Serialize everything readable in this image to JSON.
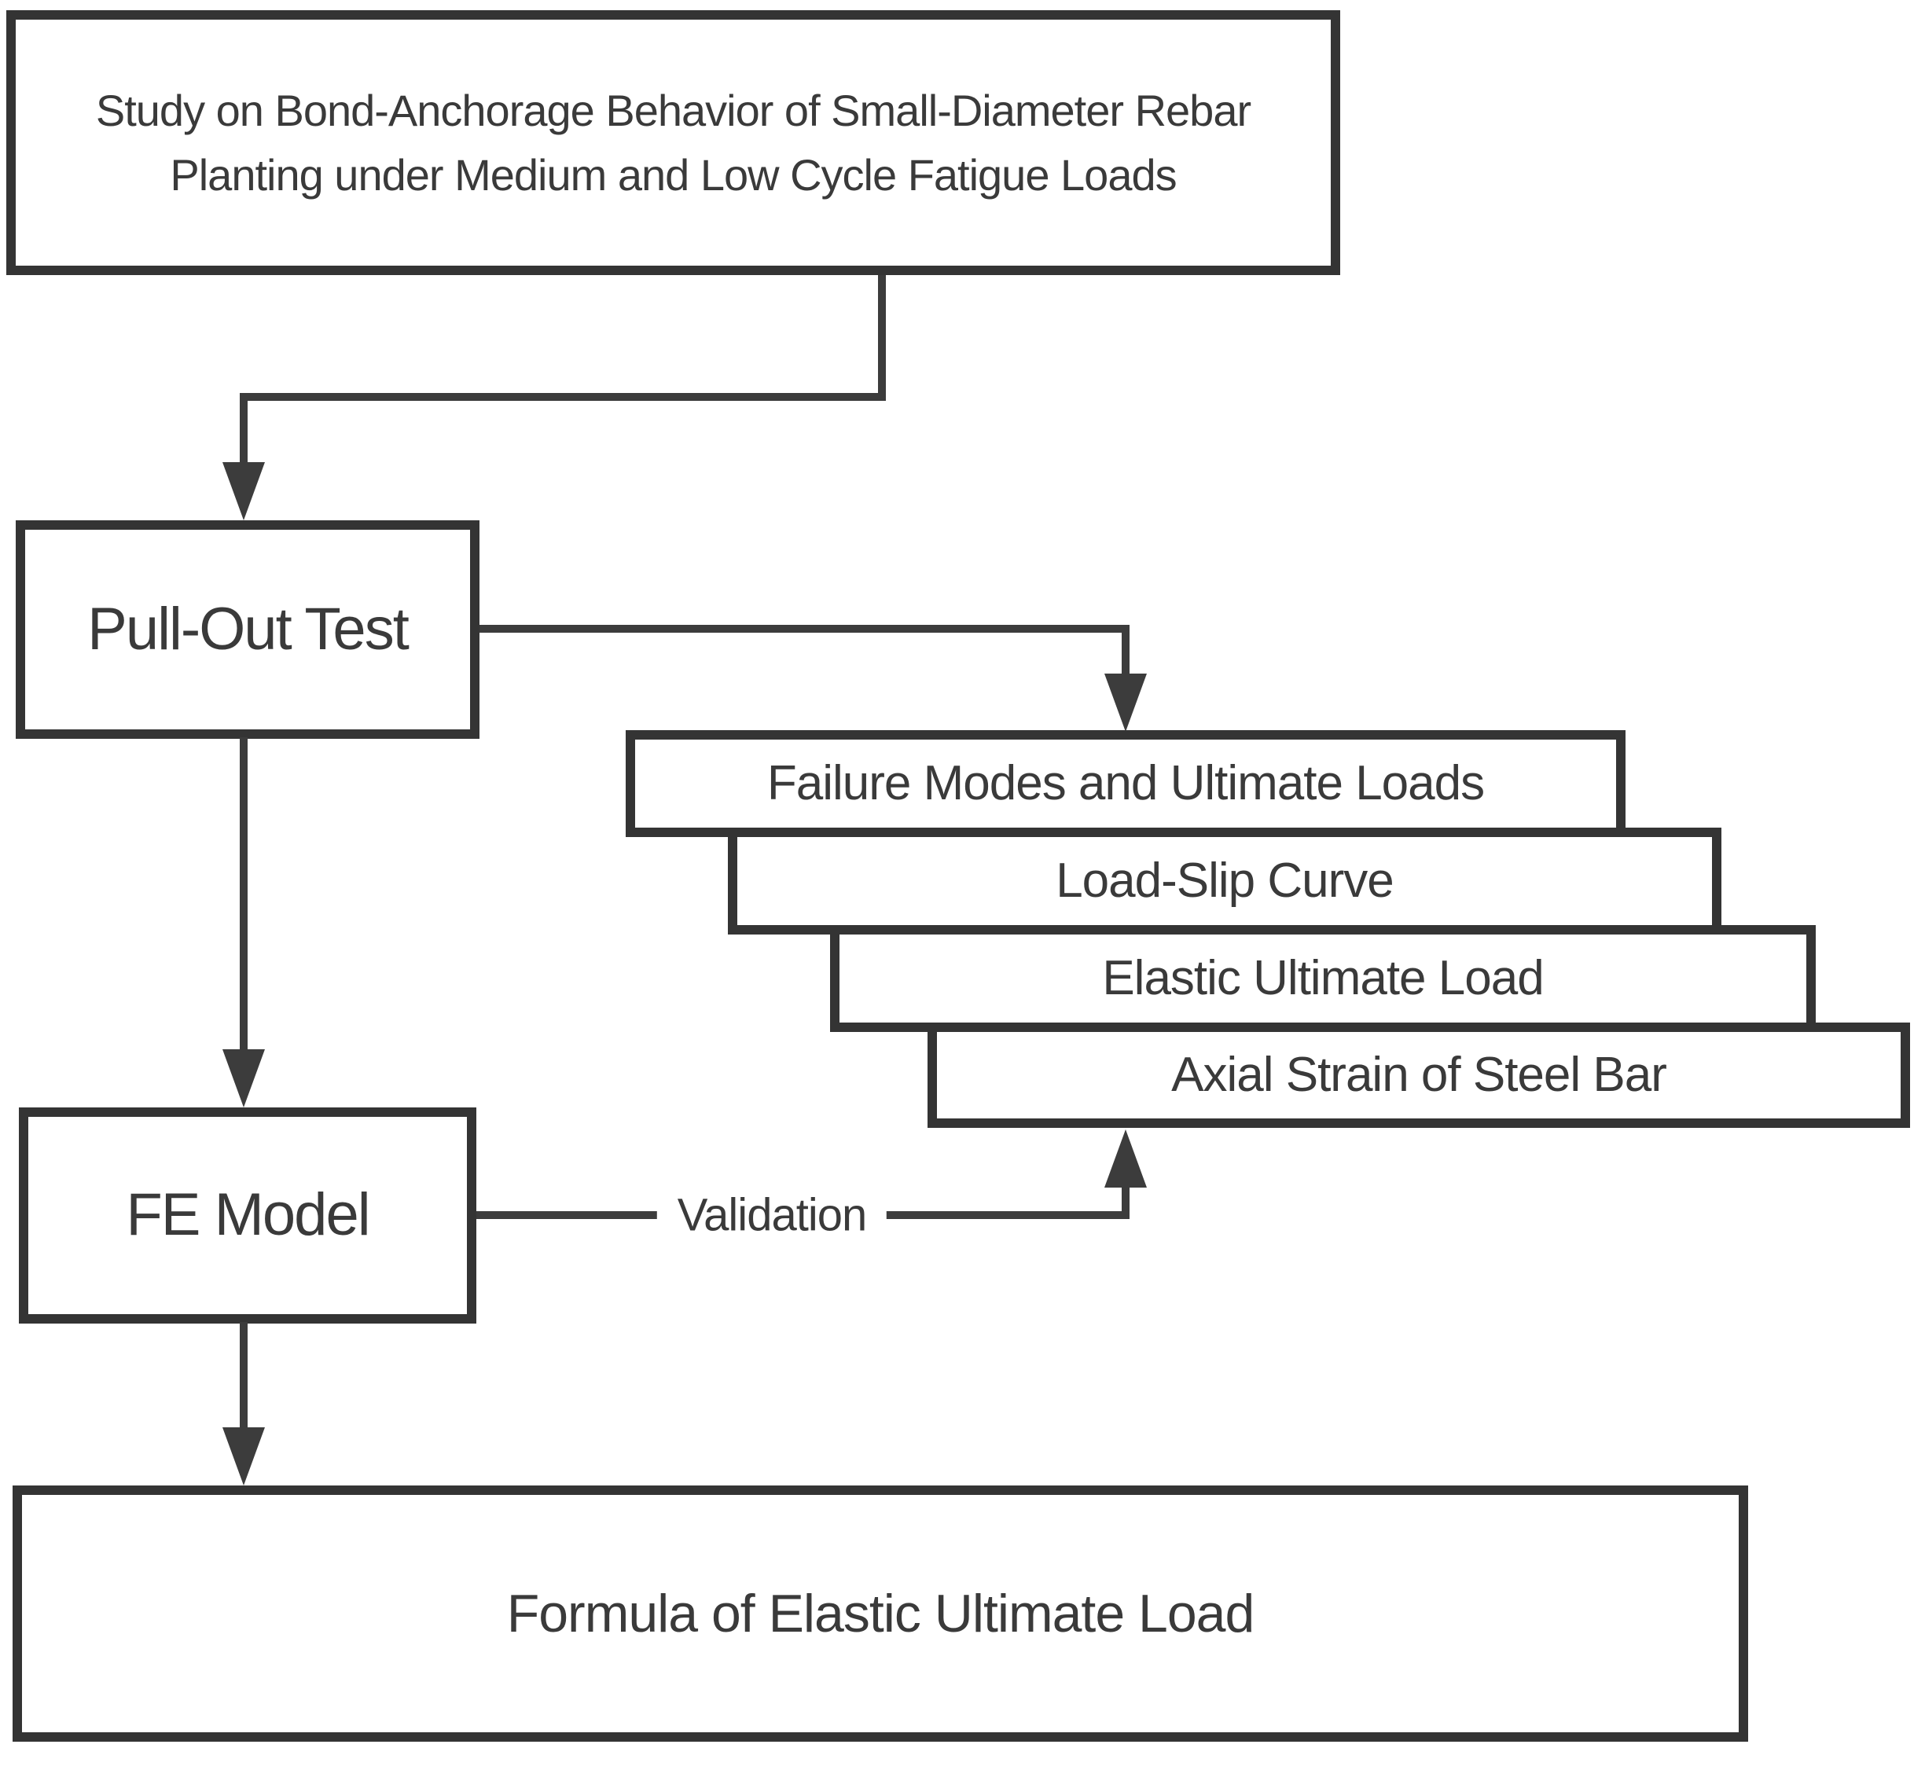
{
  "diagram": {
    "nodes": {
      "title": {
        "label": "Study on Bond-Anchorage Behavior of Small-Diameter Rebar Planting under Medium and Low Cycle Fatigue Loads"
      },
      "pull_out_test": {
        "label": "Pull-Out Test"
      },
      "fe_model": {
        "label": "FE Model"
      },
      "formula": {
        "label": "Formula of Elastic Ultimate Load"
      },
      "stack": [
        {
          "label": "Failure Modes and Ultimate Loads"
        },
        {
          "label": "Load-Slip Curve"
        },
        {
          "label": "Elastic Ultimate Load"
        },
        {
          "label": "Axial Strain of Steel Bar"
        }
      ]
    },
    "edge_labels": {
      "validation": "Validation"
    },
    "colors": {
      "line": "#3c3c3c",
      "border": "#343434",
      "text": "#3a3a3a",
      "background": "#ffffff"
    }
  }
}
